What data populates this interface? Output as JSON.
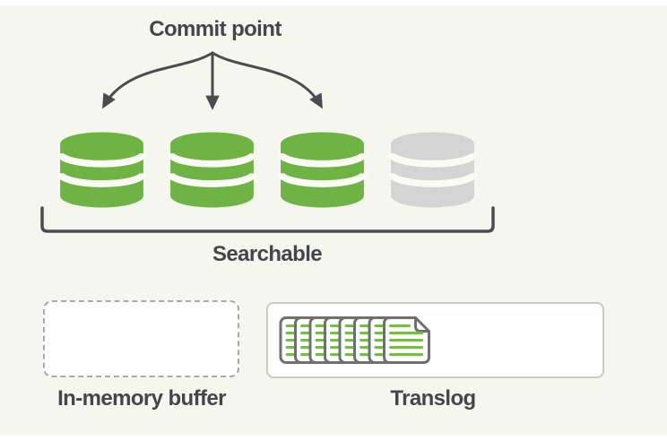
{
  "labels": {
    "commit_point": "Commit point",
    "searchable": "Searchable",
    "in_memory_buffer": "In-memory buffer",
    "translog": "Translog"
  },
  "segments": {
    "searchable_count": 3,
    "unsearchable_count": 1
  },
  "translog_box": {
    "document_count": 8
  },
  "theme": {
    "background": "#f5f7ef",
    "edge_strip": "#ffffff",
    "segment_green": "#6fb246",
    "segment_grey": "#d4d4d4",
    "cylinder_separator": "#fafcf4",
    "line_dark": "#4a4d50",
    "text_dark": "#43464a",
    "doc_outline": "#6e7071",
    "doc_line_green": "#79b94e",
    "box_fill": "#ffffff",
    "dashed_border": "#a8aaa5",
    "solid_border": "#c9cbc6"
  }
}
